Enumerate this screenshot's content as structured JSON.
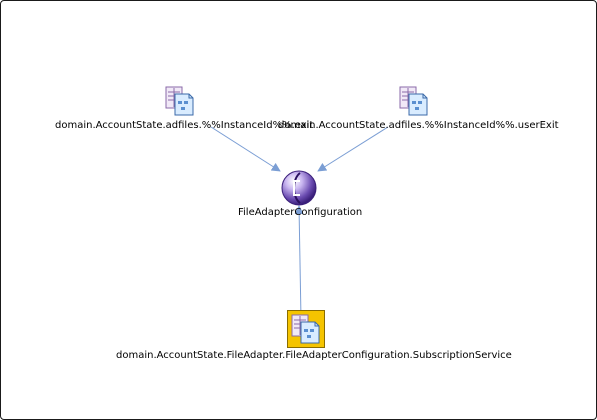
{
  "diagram": {
    "nodes": [
      {
        "id": "file-left",
        "label": "domain.AccountState.adfiles.%%InstanceId%%.exit",
        "icon": "file-document-icon"
      },
      {
        "id": "file-right",
        "label": "domain.AccountState.adfiles.%%InstanceId%%.userExit",
        "icon": "file-document-icon"
      },
      {
        "id": "config",
        "label": "FileAdapterConfiguration",
        "icon": "configuration-sphere-icon"
      },
      {
        "id": "subscription",
        "label": "domain.AccountState.FileAdapter.FileAdapterConfiguration.SubscriptionService",
        "icon": "file-document-icon",
        "selected": true
      }
    ],
    "edges": [
      {
        "from": "file-left",
        "to": "config"
      },
      {
        "from": "file-right",
        "to": "config"
      },
      {
        "from": "subscription",
        "to": "config"
      }
    ],
    "colors": {
      "edge": "#7b9ed4",
      "selection": "#f5c400",
      "sphere_dark": "#3a1f7a",
      "sphere_light": "#c9b6f0"
    }
  }
}
